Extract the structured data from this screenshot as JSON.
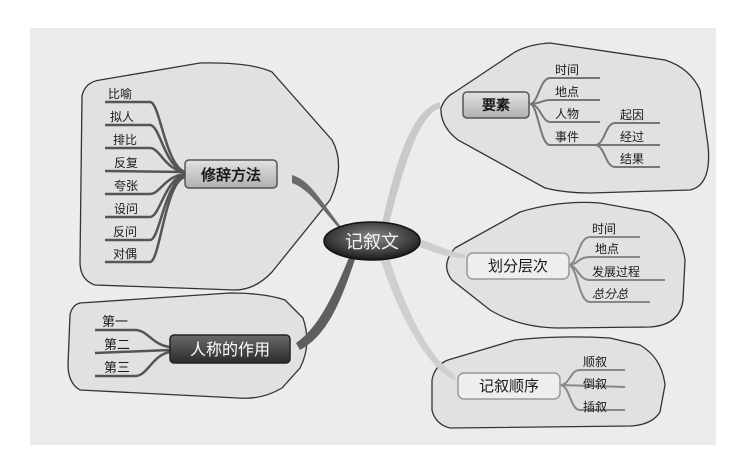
{
  "center": {
    "label": "记叙文"
  },
  "branches": {
    "rhetoric": {
      "label": "修辞方法",
      "items": [
        "比喻",
        "拟人",
        "排比",
        "反复",
        "夸张",
        "设问",
        "反问",
        "对偶"
      ]
    },
    "person": {
      "label": "人称的作用",
      "items": [
        "第一",
        "第二",
        "第三"
      ]
    },
    "elements": {
      "label": "要素",
      "items": [
        "时间",
        "地点",
        "人物",
        "事件"
      ],
      "event_sub": [
        "起因",
        "经过",
        "结果"
      ]
    },
    "layers": {
      "label": "划分层次",
      "items": [
        "时间",
        "地点",
        "发展过程",
        "总分总"
      ]
    },
    "order": {
      "label": "记叙顺序",
      "items": [
        "顺叙",
        "倒叙",
        "插叙"
      ]
    }
  },
  "colors": {
    "background": "#ececec",
    "cloud_fill": "#e1e1e1",
    "cloud_stroke": "#333333",
    "left_branch": "#6a6a6a",
    "right_branch": "#c9c9c9",
    "leaf_line": "#555555"
  }
}
